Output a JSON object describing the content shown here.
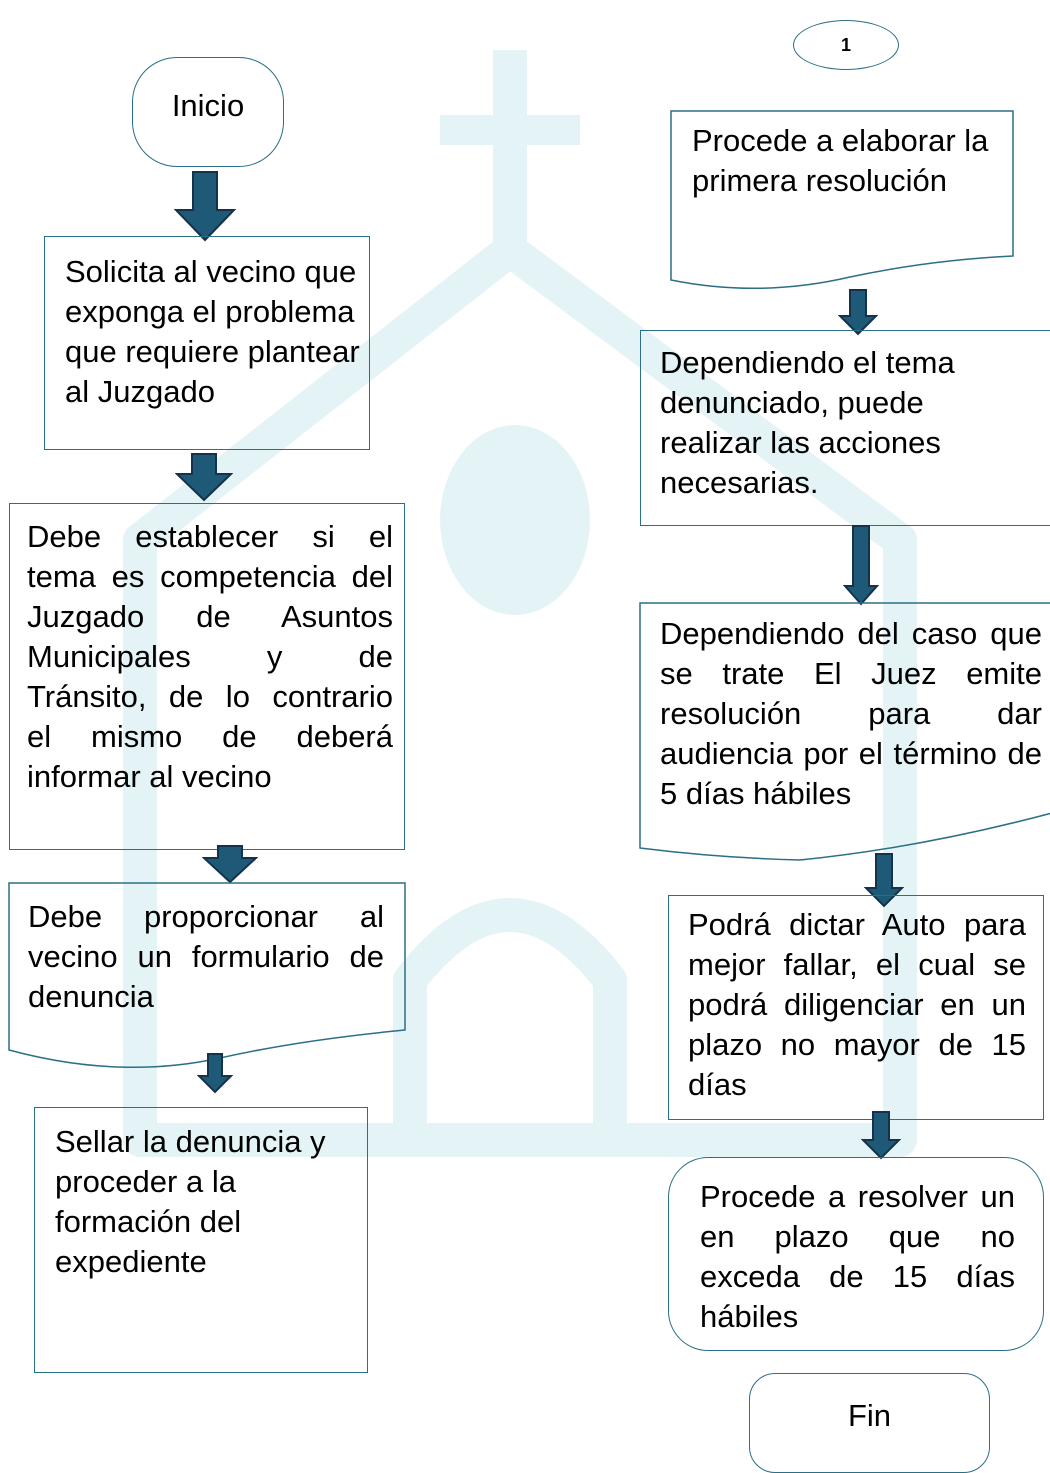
{
  "colors": {
    "border": "#2b6f86",
    "arrow": "#1e5a78",
    "arrow_stroke": "#14324a",
    "watermark": "#e4f4f6"
  },
  "left_column": {
    "start": "Inicio",
    "step1": "Solicita al vecino que exponga el problema que requiere plantear al Juzgado",
    "step2_lines": [
      "Debe establecer si el",
      "tema es competencia del",
      "Juzgado de Asuntos",
      "Municipales y de",
      "Tránsito, de lo contrario",
      "el mismo de deberá",
      "informar al vecino"
    ],
    "step3_lines": [
      "Debe proporcionar al",
      "vecino un formulario de",
      "denuncia"
    ],
    "step4": "Sellar la denuncia y proceder a la formación del expediente"
  },
  "right_column": {
    "connector": "1",
    "step1": "Procede a elaborar la primera resolución",
    "step2": "Dependiendo el tema denunciado, puede realizar las acciones necesarias.",
    "step3_lines": [
      "Dependiendo del caso que",
      "se trate El Juez emite",
      "resolución para dar",
      "audiencia por el término de",
      "5 días hábiles"
    ],
    "step4_lines": [
      "Podrá dictar Auto para",
      "mejor fallar, el cual se",
      "podrá diligenciar en un",
      "plazo no mayor de 15",
      "días"
    ],
    "step5_lines": [
      "Procede a resolver un",
      "en plazo que no",
      "exceda de 15 días",
      "hábiles"
    ],
    "end": "Fin"
  }
}
